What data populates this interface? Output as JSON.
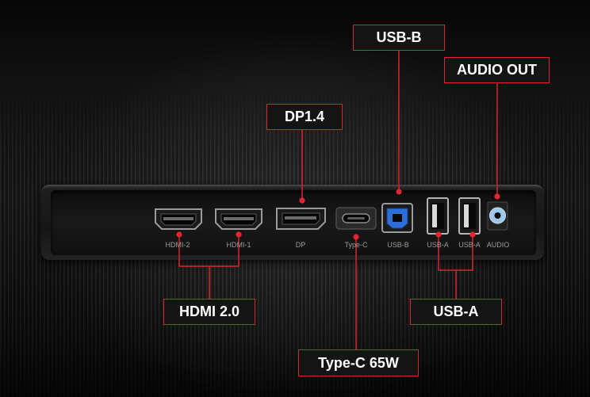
{
  "callouts": {
    "usb_b": "USB-B",
    "audio_out": "AUDIO OUT",
    "dp": "DP1.4",
    "hdmi": "HDMI 2.0",
    "usb_a": "USB-A",
    "type_c": "Type-C 65W"
  },
  "ports": {
    "hdmi_2": "HDMI-2",
    "hdmi_1": "HDMI-1",
    "dp": "DP",
    "type_c": "Type-C",
    "usb_b": "USB-B",
    "usb_a_1": "USB-A",
    "usb_a_2": "USB-A",
    "audio": "AUDIO"
  },
  "colors": {
    "accent": "#d8242c",
    "usb_b_port": "#2d6fd8",
    "audio_port": "#9fc6e8"
  }
}
